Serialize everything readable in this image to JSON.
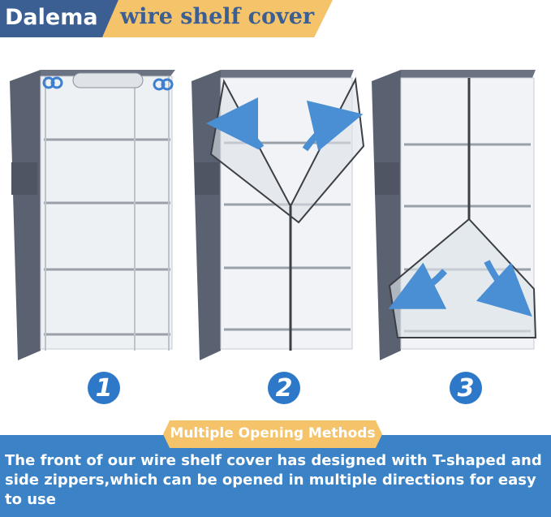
{
  "header": {
    "brand": "Dalema",
    "title": "wire shelf cover"
  },
  "steps": [
    {
      "number": "1"
    },
    {
      "number": "2"
    },
    {
      "number": "3"
    }
  ],
  "section_label": "Multiple Opening Methods",
  "description": "The front of our wire shelf cover has designed with T-shaped and side zippers,which can be opened in multiple directions for easy to use",
  "colors": {
    "brand_bg": "#3b5f93",
    "accent": "#f5c36a",
    "band": "#3b83c6",
    "cover": "#5a6170",
    "arrow": "#4a8fd4"
  }
}
